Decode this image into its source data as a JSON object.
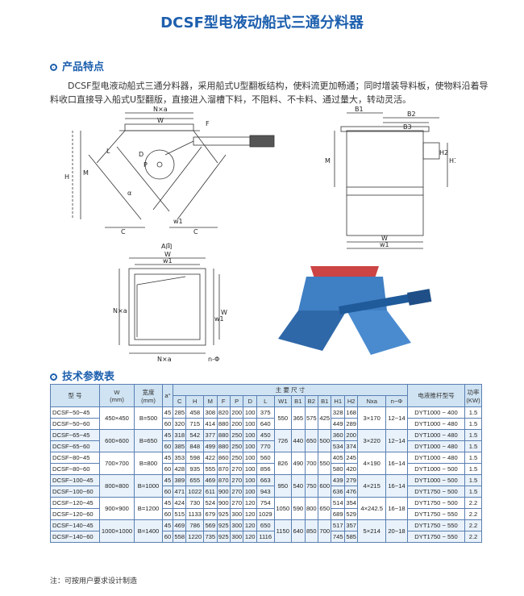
{
  "title": "DCSF型电液动船式三通分料器",
  "features": {
    "heading": "产品特点",
    "text": "DCSF型电液动船式三通分料器，采用船式U型翻板结构，使料流更加畅通；同时增装导料板，使物料沿着导料收口直接导入船式U型翻版，直接进入溜槽下料，不阻料、不卡料、通过量大，转动灵活。"
  },
  "drawings": {
    "front_labels": [
      "N×a",
      "W",
      "F",
      "H",
      "M",
      "L",
      "D",
      "P",
      "C",
      "α",
      "C",
      "w1"
    ],
    "side_labels": [
      "B1",
      "B2",
      "B3",
      "M",
      "H2",
      "H1",
      "W",
      "w1"
    ],
    "top_view_caption": "A向",
    "top_labels": [
      "W",
      "w1",
      "N×a",
      "W",
      "w1",
      "N×a",
      "n-Φ"
    ]
  },
  "specs": {
    "heading": "技术参数表",
    "col_model": "型 号",
    "col_w": "W",
    "col_w_unit": "(mm)",
    "col_width": "宽度",
    "col_width_unit": "(mm)",
    "col_alpha": "a°",
    "col_main": "主  要  尺  寸",
    "dims": [
      "C",
      "H",
      "M",
      "F",
      "P",
      "D",
      "L",
      "W1",
      "B1",
      "B2",
      "B1",
      "H1",
      "H2",
      "Nxa",
      "n−Φ"
    ],
    "col_pusher": "电液推杆型号",
    "col_power": "功率",
    "col_power_unit": "(KW)",
    "groups": [
      {
        "w": "450×450",
        "b": "B=500",
        "w1": "550",
        "b1": "365",
        "b2": "575",
        "b1b": "425",
        "nxa": "3×170",
        "nphi": "12−14",
        "rows": [
          {
            "model": "DCSF−50−45",
            "a": "45",
            "c": "285",
            "h": "458",
            "m": "308",
            "f": "820",
            "p": "200",
            "d": "100",
            "l": "375",
            "h1": "328",
            "h2": "168",
            "pusher": "DYT1000 − 400",
            "kw": "1.5"
          },
          {
            "model": "DCSF−50−60",
            "a": "60",
            "c": "320",
            "h": "715",
            "m": "414",
            "f": "880",
            "p": "200",
            "d": "100",
            "l": "640",
            "h1": "449",
            "h2": "289",
            "pusher": "DYT1000 − 480",
            "kw": "1.5"
          }
        ]
      },
      {
        "w": "600×600",
        "b": "B=650",
        "w1": "726",
        "b1": "440",
        "b2": "650",
        "b1b": "500",
        "nxa": "3×220",
        "nphi": "12−14",
        "rows": [
          {
            "model": "DCSF−65−45",
            "a": "45",
            "c": "318",
            "h": "542",
            "m": "377",
            "f": "880",
            "p": "250",
            "d": "100",
            "l": "450",
            "h1": "360",
            "h2": "200",
            "pusher": "DYT1000 − 480",
            "kw": "1.5"
          },
          {
            "model": "DCSF−65−60",
            "a": "60",
            "c": "385",
            "h": "848",
            "m": "499",
            "f": "880",
            "p": "250",
            "d": "100",
            "l": "770",
            "h1": "534",
            "h2": "374",
            "pusher": "DYT1000 − 480",
            "kw": "1.5"
          }
        ]
      },
      {
        "w": "700×700",
        "b": "B=800",
        "w1": "826",
        "b1": "490",
        "b2": "700",
        "b1b": "550",
        "nxa": "4×190",
        "nphi": "16−14",
        "rows": [
          {
            "model": "DCSF−80−45",
            "a": "45",
            "c": "353",
            "h": "598",
            "m": "422",
            "f": "860",
            "p": "250",
            "d": "100",
            "l": "560",
            "h1": "405",
            "h2": "245",
            "pusher": "DYT1000 − 480",
            "kw": "1.5"
          },
          {
            "model": "DCSF−80−60",
            "a": "60",
            "c": "428",
            "h": "935",
            "m": "555",
            "f": "870",
            "p": "270",
            "d": "100",
            "l": "856",
            "h1": "580",
            "h2": "420",
            "pusher": "DYT1000 − 500",
            "kw": "1.5"
          }
        ]
      },
      {
        "w": "800×800",
        "b": "B=1000",
        "w1": "950",
        "b1": "540",
        "b2": "750",
        "b1b": "600",
        "nxa": "4×215",
        "nphi": "16−14",
        "rows": [
          {
            "model": "DCSF−100−45",
            "a": "45",
            "c": "389",
            "h": "655",
            "m": "469",
            "f": "870",
            "p": "270",
            "d": "100",
            "l": "663",
            "h1": "439",
            "h2": "279",
            "pusher": "DYT1000 − 500",
            "kw": "1.5"
          },
          {
            "model": "DCSF−100−60",
            "a": "60",
            "c": "471",
            "h": "1022",
            "m": "611",
            "f": "900",
            "p": "270",
            "d": "100",
            "l": "943",
            "h1": "636",
            "h2": "476",
            "pusher": "DYT1750 − 500",
            "kw": "1.5"
          }
        ]
      },
      {
        "w": "900×900",
        "b": "B=1200",
        "w1": "1050",
        "b1": "590",
        "b2": "800",
        "b1b": "650",
        "nxa": "4×242.5",
        "nphi": "16−18",
        "rows": [
          {
            "model": "DCSF−120−45",
            "a": "45",
            "c": "424",
            "h": "730",
            "m": "524",
            "f": "900",
            "p": "270",
            "d": "120",
            "l": "754",
            "h1": "514",
            "h2": "354",
            "pusher": "DYT1750 − 500",
            "kw": "2.2"
          },
          {
            "model": "DCSF−120−60",
            "a": "60",
            "c": "515",
            "h": "1133",
            "m": "679",
            "f": "925",
            "p": "300",
            "d": "120",
            "l": "1029",
            "h1": "689",
            "h2": "529",
            "pusher": "DYT1750 − 550",
            "kw": "2.2"
          }
        ]
      },
      {
        "w": "1000×1000",
        "b": "B=1400",
        "w1": "1150",
        "b1": "640",
        "b2": "850",
        "b1b": "700",
        "nxa": "5×214",
        "nphi": "20−18",
        "rows": [
          {
            "model": "DCSF−140−45",
            "a": "45",
            "c": "469",
            "h": "786",
            "m": "569",
            "f": "925",
            "p": "300",
            "d": "120",
            "l": "650",
            "h1": "517",
            "h2": "357",
            "pusher": "DYT1750 − 550",
            "kw": "2.2"
          },
          {
            "model": "DCSF−140−60",
            "a": "60",
            "c": "558",
            "h": "1220",
            "m": "735",
            "f": "925",
            "p": "300",
            "d": "120",
            "l": "1116",
            "h1": "745",
            "h2": "585",
            "pusher": "DYT1750 − 550",
            "kw": "2.2"
          }
        ]
      }
    ]
  },
  "note": "注：可按用户要求设计制造",
  "colors": {
    "accent": "#1d5fae",
    "header_bg": "#cfe3f3",
    "row_alt": "#e9f2fa",
    "machine_blue": "#3f7fc4"
  }
}
